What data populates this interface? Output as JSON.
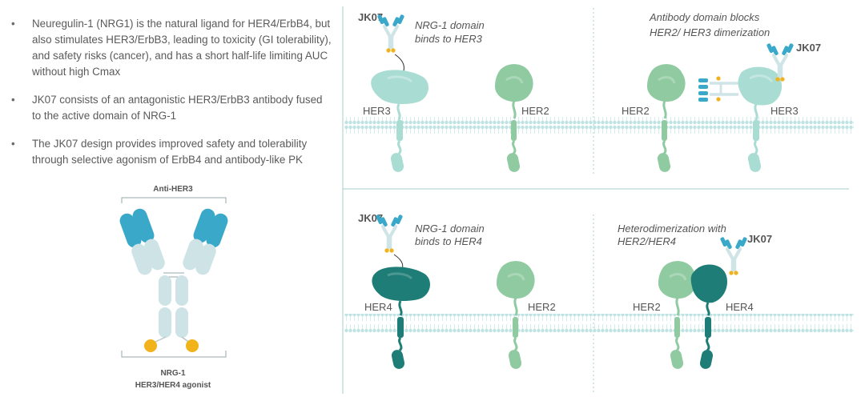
{
  "bullets": [
    "Neuregulin-1 (NRG1) is the natural ligand for HER4/ErbB4, but also stimulates HER3/ErbB3, leading to toxicity (GI tolerability), and safety risks (cancer), and has a short half-life limiting AUC without high Cmax",
    "JK07 consists of an antagonistic HER3/ErbB3 antibody fused to the active domain of NRG-1",
    "The JK07 design provides improved safety and tolerability through selective agonism of ErbB4 and antibody-like PK"
  ],
  "antibody": {
    "top_label": "Anti-HER3",
    "bottom_label_1": "NRG-1",
    "bottom_label_2": "HER3/HER4 agonist"
  },
  "panels": {
    "top_left": {
      "drug": "JK07",
      "caption_1": "NRG-1 domain",
      "caption_2": "binds to HER3",
      "receptor_a": "HER3",
      "receptor_b": "HER2"
    },
    "top_right": {
      "drug": "JK07",
      "caption_1": "Antibody domain blocks",
      "caption_2": "HER2/ HER3 dimerization",
      "receptor_a": "HER2",
      "receptor_b": "HER3"
    },
    "bottom_left": {
      "drug": "JK07",
      "caption_1": "NRG-1 domain",
      "caption_2": "binds to HER4",
      "receptor_a": "HER4",
      "receptor_b": "HER2"
    },
    "bottom_right": {
      "drug": "JK07",
      "caption_1": "Heterodimerization with",
      "caption_2": "HER2/HER4",
      "receptor_a": "HER2",
      "receptor_b": "HER4"
    }
  },
  "colors": {
    "her3": "#a9dcd3",
    "her2": "#8fcaa0",
    "her4": "#1f7d77",
    "membrane": "#bfe3e2",
    "antibody_blue": "#3aa9c9",
    "nrg_gold": "#f2b21b",
    "divider": "#a7d1cb"
  }
}
